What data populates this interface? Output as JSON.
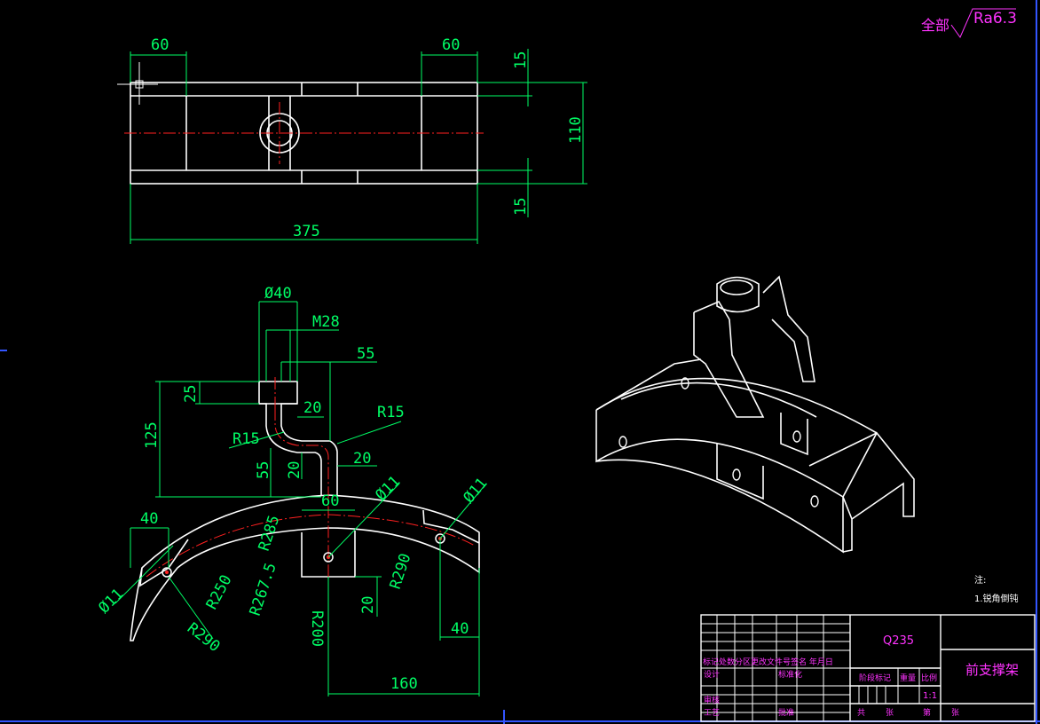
{
  "roughness": {
    "prefix": "全部",
    "value": "Ra6.3"
  },
  "top_view": {
    "dims": {
      "left_60": "60",
      "right_60": "60",
      "top_15": "15",
      "bottom_15": "15",
      "height_110": "110",
      "length_375": "375"
    }
  },
  "front_view": {
    "dims": {
      "phi40": "Ø40",
      "m28": "M28",
      "d55_top": "55",
      "d25": "25",
      "d125": "125",
      "r15_left": "R15",
      "r15_right": "R15",
      "d20_a": "20",
      "d20_b": "20",
      "d20_c": "20",
      "d55_left": "55",
      "d60": "60",
      "phi11_a": "Ø11",
      "phi11_b": "Ø11",
      "phi11_c": "Ø11",
      "d40_left": "40",
      "r285": "R285",
      "r250": "R250",
      "r267": "R267.5",
      "r290_left": "R290",
      "r290_right": "R290",
      "r200": "R200",
      "d20_d": "20",
      "d40_right": "40",
      "d160": "160"
    }
  },
  "notes": {
    "title": "注:",
    "line1": "1.锐角倒钝"
  },
  "title_block": {
    "material": "Q235",
    "part_name": "前支撑架",
    "row_header": "标记处数分区更改文件号签名 年月日",
    "design": "设计",
    "standardization": "标准化",
    "review": "审核",
    "process": "工艺",
    "approve": "批准",
    "stage_mark": "阶段标记",
    "weight": "重量",
    "scale": "比例",
    "scale_value": "1:1",
    "total": "共",
    "sheets_a": "张",
    "page": "第",
    "sheets_b": "张"
  }
}
